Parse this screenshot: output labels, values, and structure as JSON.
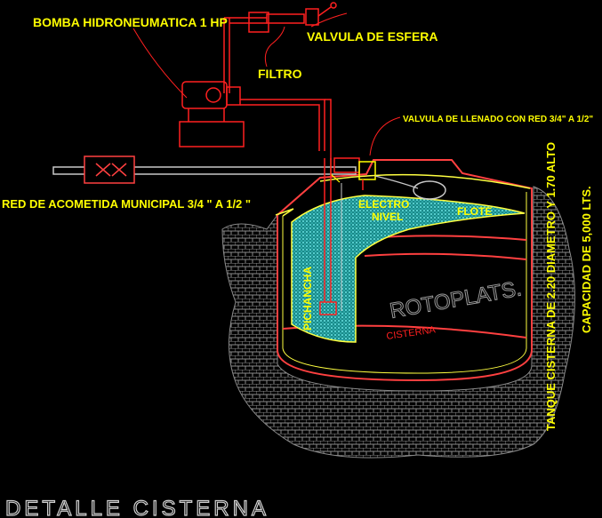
{
  "labels": {
    "bomba": "BOMBA HIDRONEUMATICA 1 HP",
    "valvula_esfera": "VALVULA DE ESFERA",
    "filtro": "FILTRO",
    "valvula_llenado": "VALVULA DE LLENADO  CON RED 3/4\" A  1/2\"",
    "red_acometida": "RED DE ACOMETIDA MUNICIPAL 3/4 \" A  1/2 \"",
    "electro": "ELECTRO",
    "nivel": "NIVEL",
    "flote": "FLOTE",
    "pichancha": "PICHANCHA",
    "rotoplats": "ROTOPLATS.",
    "cisterna": "CISTERNA",
    "tanque_line1": "TANQUE CISTERNA DE 2.20 DIAMETRO Y  1.70 ALTO",
    "tanque_line2": "CAPACIDAD DE 5,000 LTS.",
    "title": "DETALLE CISTERNA"
  },
  "colors": {
    "background": "#000000",
    "pipe_red": "#ff2020",
    "label_yellow": "#ffff00",
    "tank_outline": "#ff4040",
    "tank_inner": "#ffff40",
    "water": "#33cccc",
    "soil": "#8a8a8a",
    "gray_pipe": "#c8c8c8",
    "title_outline": "#cfcfcf",
    "rotoplats_text": "#9a9a9a"
  },
  "icons": [
    "pump-icon",
    "filter-icon",
    "ball-valve-icon",
    "gate-valve-icon",
    "float-icon",
    "foot-valve-icon"
  ]
}
